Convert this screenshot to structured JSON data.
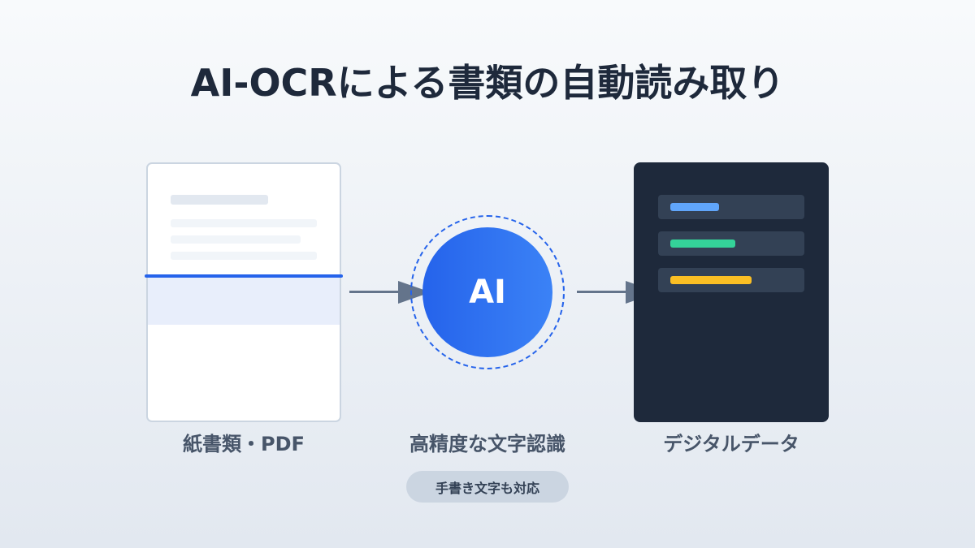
{
  "title": "AI-OCRによる書類の自動読み取り",
  "ai_label": "AI",
  "steps": [
    {
      "label": "紙書類・PDF"
    },
    {
      "label": "高精度な文字認識"
    },
    {
      "label": "デジタルデータ"
    }
  ],
  "badge": "手書き文字も対応",
  "colors": {
    "accent": "#2563eb",
    "panel": "#1e293b",
    "field_blue": "#60a5fa",
    "field_green": "#34d399",
    "field_yellow": "#fbbf24",
    "arrow": "#64748b"
  }
}
